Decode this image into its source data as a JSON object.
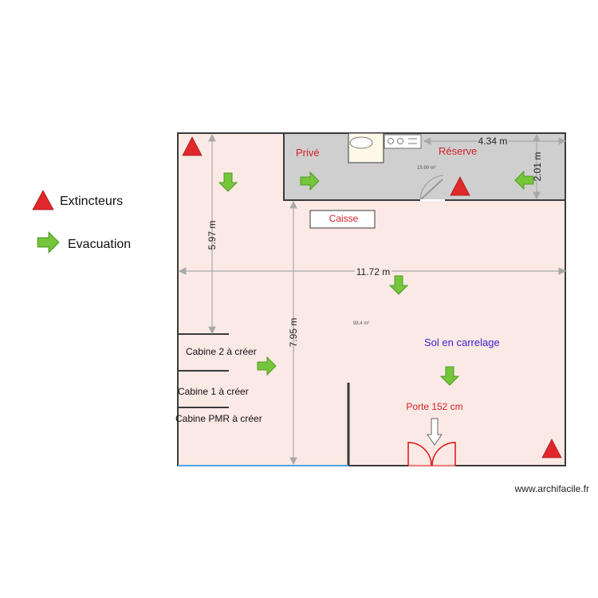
{
  "legend": {
    "extinguishers": "Extincteurs",
    "evacuation": "Evacuation"
  },
  "rooms": {
    "private": "Privé",
    "reserve": "Réserve",
    "reserve_area": "15.99 m²",
    "main_area": "98.4 m²",
    "cash_desk": "Caisse",
    "floor": "Sol en carrelage",
    "door": "Porte 152 cm",
    "cabin_2": "Cabine 2 à créer",
    "cabin_1": "Cabine 1 à créer",
    "cabin_pmr": "Cabine PMR à créer"
  },
  "dimensions": {
    "width_total": "11.72 m",
    "reserve_width": "4.34 m",
    "reserve_depth": "2.01 m",
    "left_height": "5.97 m",
    "mid_height": "7.95 m"
  },
  "watermark": "www.archifacile.fr",
  "colors": {
    "floor_fill": "#fbe9e5",
    "reserve_fill": "#cfcfcf",
    "extinguisher_red": "#e0282b",
    "arrow_green": "#76c63b",
    "label_red": "#d4202a",
    "label_blue": "#3a1fd0",
    "dimension_gray": "#a8a8a8",
    "door_red": "#e01010",
    "window_blue": "#4aa3e0"
  }
}
